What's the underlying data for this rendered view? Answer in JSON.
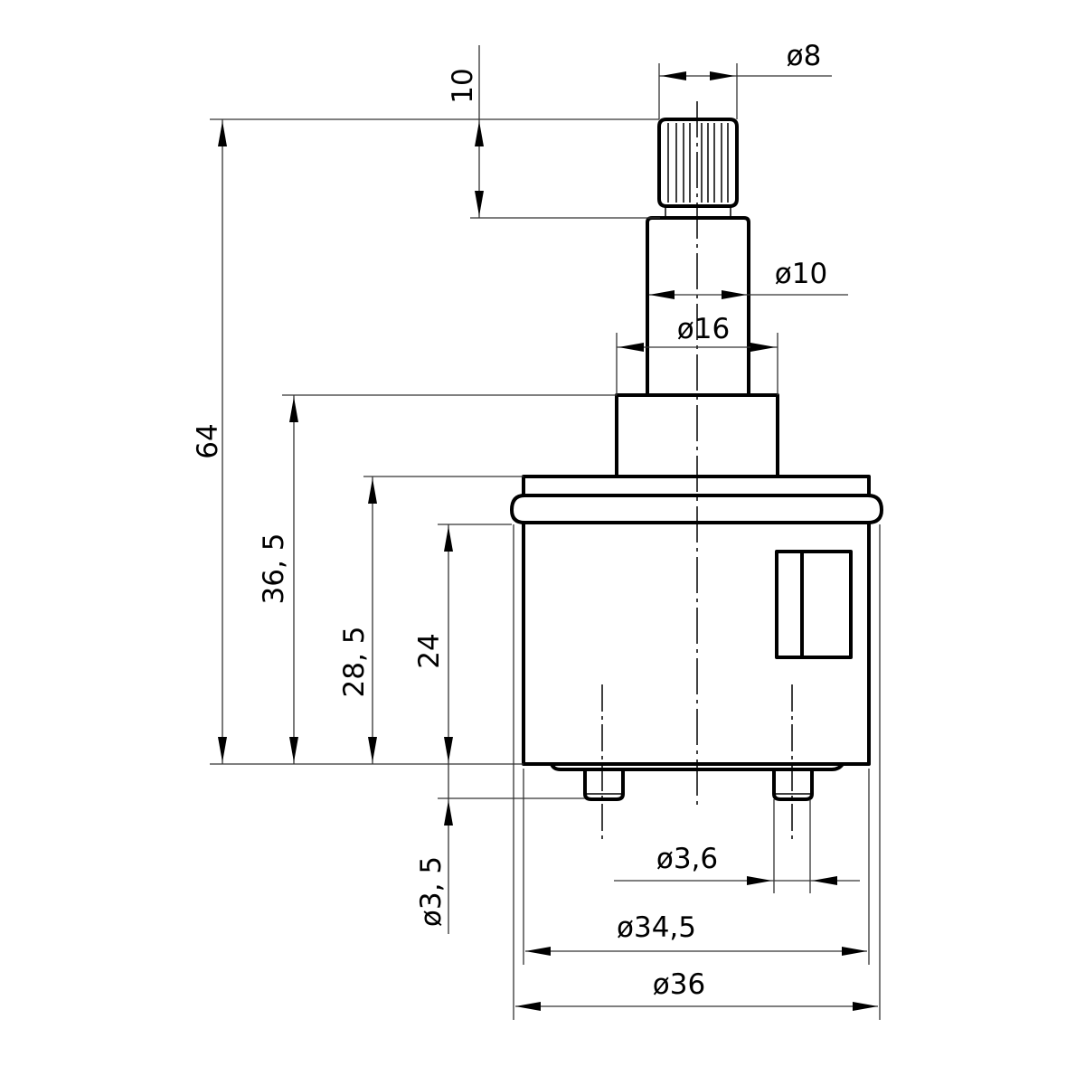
{
  "drawing": {
    "title": "Cartridge dimension drawing",
    "units": "mm",
    "dimensions": {
      "top_spline_height": "10",
      "spline_diameter": "ø8",
      "stem_diameter": "ø10",
      "collar_diameter": "ø16",
      "overall_height": "64",
      "height_to_collar": "36, 5",
      "height_to_body_top": "28, 5",
      "body_height": "24",
      "pin_length": "ø3, 5",
      "pin_diameter": "ø3,6",
      "body_diameter": "ø34,5",
      "oring_diameter": "ø36"
    },
    "colors": {
      "line": "#000000",
      "dimension_line": "#333333",
      "background": "#ffffff"
    }
  }
}
